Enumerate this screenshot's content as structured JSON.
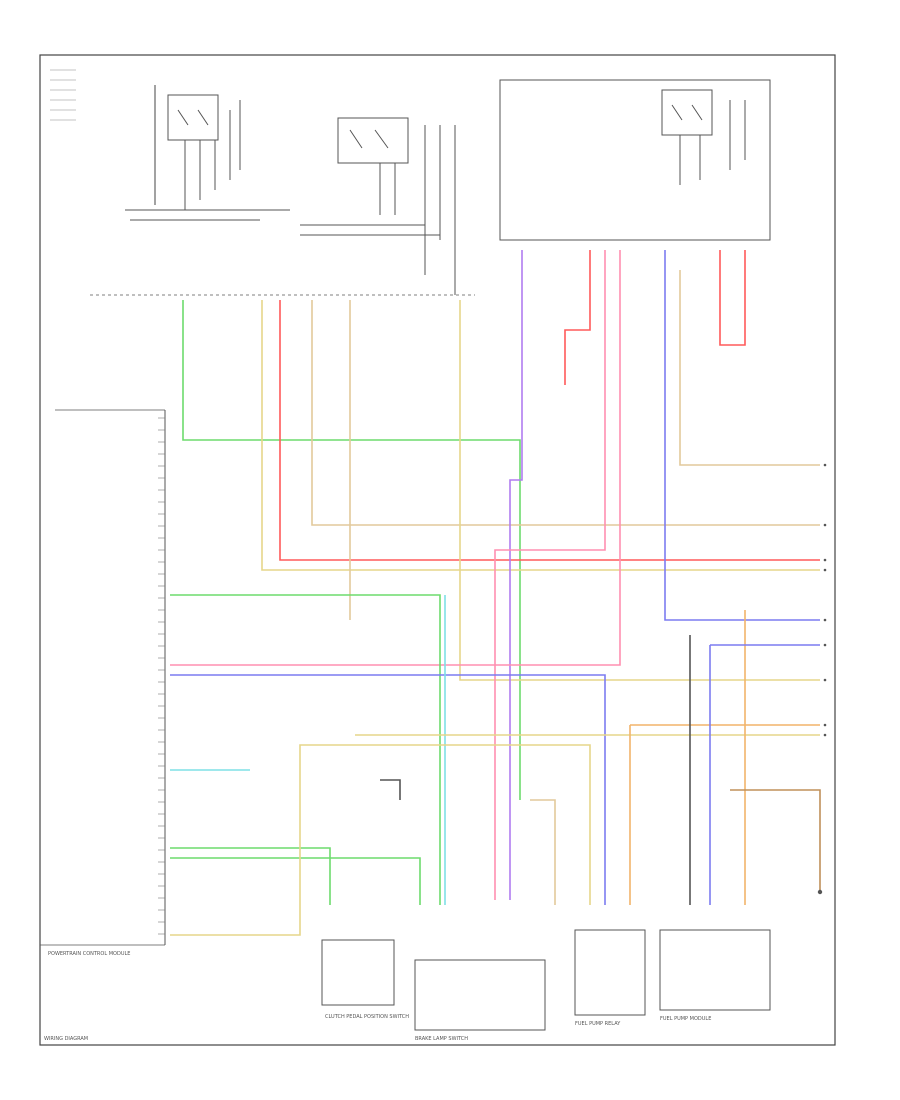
{
  "diagram": {
    "legend_left": "WIRING DIAGRAM",
    "texts": {
      "top_left_note": "",
      "right_note": "",
      "pcm_label": "POWERTRAIN CONTROL MODULE",
      "bottom_label_1": "CLUTCH PEDAL POSITION SWITCH",
      "bottom_label_2": "BRAKE LAMP SWITCH",
      "bottom_label_3": "FUEL PUMP RELAY",
      "bottom_label_4": "FUEL PUMP MODULE"
    },
    "colors": {
      "green": "#6ddb6d",
      "red": "#ff5a5a",
      "pink": "#ff8fb0",
      "yellow": "#e6d68a",
      "tan": "#e2c99b",
      "cyan": "#7fe0e6",
      "blue": "#7c7cf0",
      "purple": "#b07cf0",
      "orange": "#f2b46a",
      "black": "#444444"
    }
  }
}
